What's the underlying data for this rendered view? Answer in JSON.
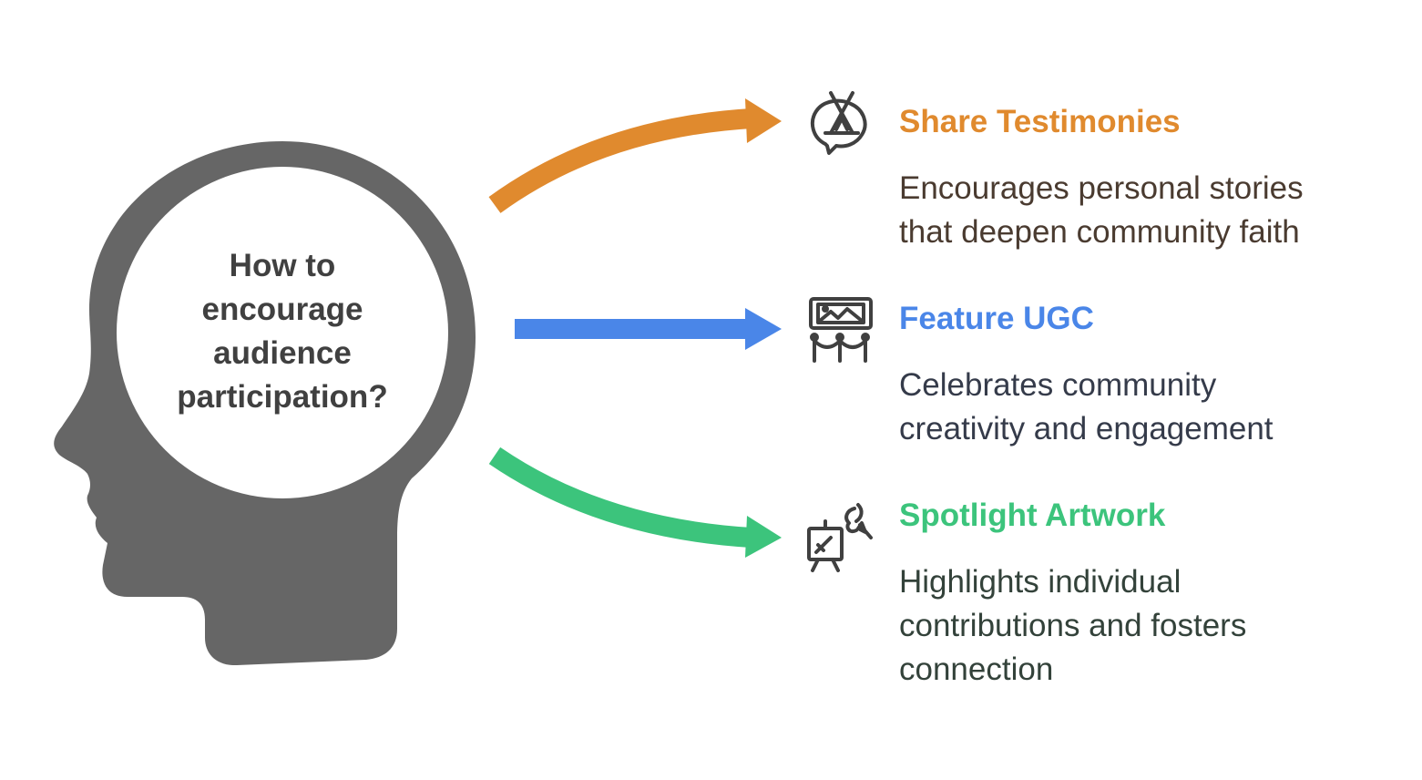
{
  "question": {
    "lines": [
      "How to",
      "encourage",
      "audience",
      "participation?"
    ],
    "color": "#404040"
  },
  "head": {
    "fill_color": "#666666",
    "inner_color": "#ffffff"
  },
  "items": [
    {
      "title": "Share Testimonies",
      "description_lines": [
        "Encourages personal stories",
        "that deepen community faith"
      ],
      "color": "#E08A2E",
      "text_color": "#4a3b30",
      "icon": "testimony-speech-bubble-icon"
    },
    {
      "title": "Feature UGC",
      "description_lines": [
        "Celebrates community",
        "creativity and engagement"
      ],
      "color": "#4A86E8",
      "text_color": "#353b4a",
      "icon": "gallery-exhibit-icon"
    },
    {
      "title": "Spotlight Artwork",
      "description_lines": [
        "Highlights individual",
        "contributions and fosters",
        "connection"
      ],
      "color": "#3CC47C",
      "text_color": "#33423a",
      "icon": "easel-painting-icon"
    }
  ]
}
